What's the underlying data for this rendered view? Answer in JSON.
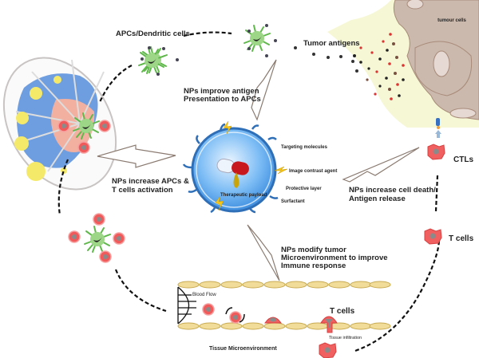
{
  "title": "Nanoparticle-mediated cancer immunotherapy cycle",
  "labels": {
    "apcs": "APCs/Dendritic cells",
    "tumor_antigens": "Tumor antigens",
    "tumour_cells": "tumour cells",
    "np_antigen_1": "NPs improve antigen",
    "np_antigen_2": "Presentation to APCs",
    "np_activation_1": "NPs increase APCs &",
    "np_activation_2": "T cells activation",
    "np_death_1": "NPs increase cell death/",
    "np_death_2": "Antigen release",
    "np_tme_1": "NPs modify tumor",
    "np_tme_2": "Microenvironment to improve",
    "np_tme_3": "Immune response",
    "ctls": "CTLs",
    "t_cells_right": "T cells",
    "t_cells_vessel": "T cells",
    "blood_flow": "Blood Flow",
    "tissue_infiltration": "Tissue infiltration",
    "tissue_microenvironment": "Tissue Microenvironment"
  },
  "nanoparticle": {
    "payload": "Therapeutic payload",
    "targeting": "Targeting molecules",
    "contrast": "Image contrast agent",
    "protective": "Protective layer",
    "surfactant": "Surfactant"
  },
  "colors": {
    "dendritic": "#6abf4b",
    "tcell": "#f06060",
    "tumor": "#c9b6aa",
    "np_core": "#5aa8ec",
    "lymph_blue": "#6f9ee0",
    "lymph_pink": "#f2b0a0",
    "follicle": "#f5e96a",
    "vessel": "#f1dc9a"
  }
}
